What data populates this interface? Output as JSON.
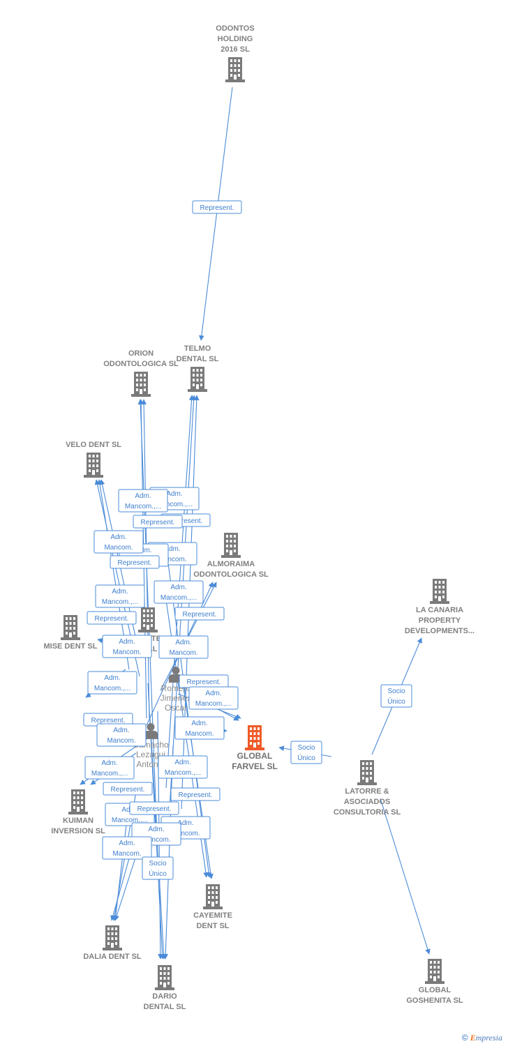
{
  "nodes": [
    {
      "id": "odontos",
      "label": [
        "ODONTOS",
        "HOLDING",
        "2016  SL"
      ],
      "type": "company"
    },
    {
      "id": "telmo",
      "label": [
        "TELMO",
        "DENTAL SL"
      ],
      "type": "company"
    },
    {
      "id": "orion",
      "label": [
        "ORION",
        "ODONTOLOGICA SL"
      ],
      "type": "company"
    },
    {
      "id": "velo",
      "label": [
        "VELO DENT SL"
      ],
      "type": "company"
    },
    {
      "id": "almoraima",
      "label": [
        "ALMORAIMA",
        "ODONTOLOGICA SL"
      ],
      "type": "company"
    },
    {
      "id": "mise",
      "label": [
        "MISE DENT SL"
      ],
      "type": "company"
    },
    {
      "id": "dante",
      "label": [
        "DANTE",
        "DENTAL SL"
      ],
      "type": "company"
    },
    {
      "id": "romero",
      "label": [
        "Romero",
        "Jimenez",
        "Oscar"
      ],
      "type": "person"
    },
    {
      "id": "camacho",
      "label": [
        "Camacho",
        "Lezagui",
        "Anton..."
      ],
      "type": "person"
    },
    {
      "id": "global_farvel",
      "label": [
        "GLOBAL",
        "FARVEL  SL"
      ],
      "type": "company-main"
    },
    {
      "id": "la_canaria",
      "label": [
        "LA CANARIA",
        "PROPERTY",
        "DEVELOPMENTS..."
      ],
      "type": "company"
    },
    {
      "id": "latorre",
      "label": [
        "LATORRE &",
        "ASOCIADOS",
        "CONSULTORIA SL"
      ],
      "type": "company"
    },
    {
      "id": "kuiman",
      "label": [
        "KUIMAN",
        "INVERSION SL"
      ],
      "type": "company"
    },
    {
      "id": "cayemite",
      "label": [
        "CAYEMITE",
        "DENT SL"
      ],
      "type": "company"
    },
    {
      "id": "dalia",
      "label": [
        "DALIA DENT SL"
      ],
      "type": "company"
    },
    {
      "id": "dario",
      "label": [
        "DARIO",
        "DENTAL SL"
      ],
      "type": "company"
    },
    {
      "id": "global_goshenita",
      "label": [
        "GLOBAL",
        "GOSHENITA SL"
      ],
      "type": "company"
    }
  ],
  "edge_labels": [
    {
      "id": "e1",
      "lines": [
        "Represent."
      ]
    },
    {
      "id": "e2",
      "lines": [
        "Adm.",
        "Mancom.,..."
      ]
    },
    {
      "id": "e3",
      "lines": [
        "Adm.",
        "Mancom.,..."
      ]
    },
    {
      "id": "e4",
      "lines": [
        "Represent."
      ]
    },
    {
      "id": "e5",
      "lines": [
        "Represent."
      ]
    },
    {
      "id": "e6",
      "lines": [
        "Adm.",
        "Mancom."
      ]
    },
    {
      "id": "e7",
      "lines": [
        "Adm.",
        "Mancom."
      ]
    },
    {
      "id": "e8",
      "lines": [
        "Represent."
      ]
    },
    {
      "id": "e9",
      "lines": [
        "Adm.",
        "Mancom."
      ]
    },
    {
      "id": "e10",
      "lines": [
        "Adm.",
        "Mancom.,..."
      ]
    },
    {
      "id": "e11",
      "lines": [
        "Adm.",
        "Mancom.,..."
      ]
    },
    {
      "id": "e12",
      "lines": [
        "Represent."
      ]
    },
    {
      "id": "e13",
      "lines": [
        "Represent."
      ]
    },
    {
      "id": "e14",
      "lines": [
        "Adm.",
        "Mancom."
      ]
    },
    {
      "id": "e15",
      "lines": [
        "Adm.",
        "Mancom."
      ]
    },
    {
      "id": "e16",
      "lines": [
        "Adm.",
        "Mancom.,..."
      ]
    },
    {
      "id": "e17",
      "lines": [
        "Represent."
      ]
    },
    {
      "id": "e18",
      "lines": [
        "Adm.",
        "Mancom.,..."
      ]
    },
    {
      "id": "e19",
      "lines": [
        "Represent."
      ]
    },
    {
      "id": "e20",
      "lines": [
        "Adm.",
        "Mancom."
      ]
    },
    {
      "id": "e21",
      "lines": [
        "Adm.",
        "Mancom."
      ]
    },
    {
      "id": "e22",
      "lines": [
        "Adm.",
        "Mancom.,..."
      ]
    },
    {
      "id": "e23",
      "lines": [
        "Adm.",
        "Mancom.,..."
      ]
    },
    {
      "id": "e24",
      "lines": [
        "Represent."
      ]
    },
    {
      "id": "e25",
      "lines": [
        "Represent."
      ]
    },
    {
      "id": "e26",
      "lines": [
        "Adm.",
        "Mancom.,..."
      ]
    },
    {
      "id": "e27",
      "lines": [
        "Represent."
      ]
    },
    {
      "id": "e28",
      "lines": [
        "Adm.",
        "Mancom."
      ]
    },
    {
      "id": "e29",
      "lines": [
        "Adm.",
        "Mancom."
      ]
    },
    {
      "id": "e30",
      "lines": [
        "Adm.",
        "Mancom."
      ]
    },
    {
      "id": "e31",
      "lines": [
        "Socio",
        "Único"
      ]
    },
    {
      "id": "e32",
      "lines": [
        "Socio",
        "Único"
      ]
    },
    {
      "id": "e33",
      "lines": [
        "Socio",
        "Único"
      ]
    }
  ],
  "colors": {
    "edge": "#4a8bd8",
    "company_icon": "#7a7a7a",
    "main_icon": "#f05a28"
  },
  "brand": {
    "copyright": "©",
    "name_initial": "E",
    "name_rest": "mpresia"
  }
}
